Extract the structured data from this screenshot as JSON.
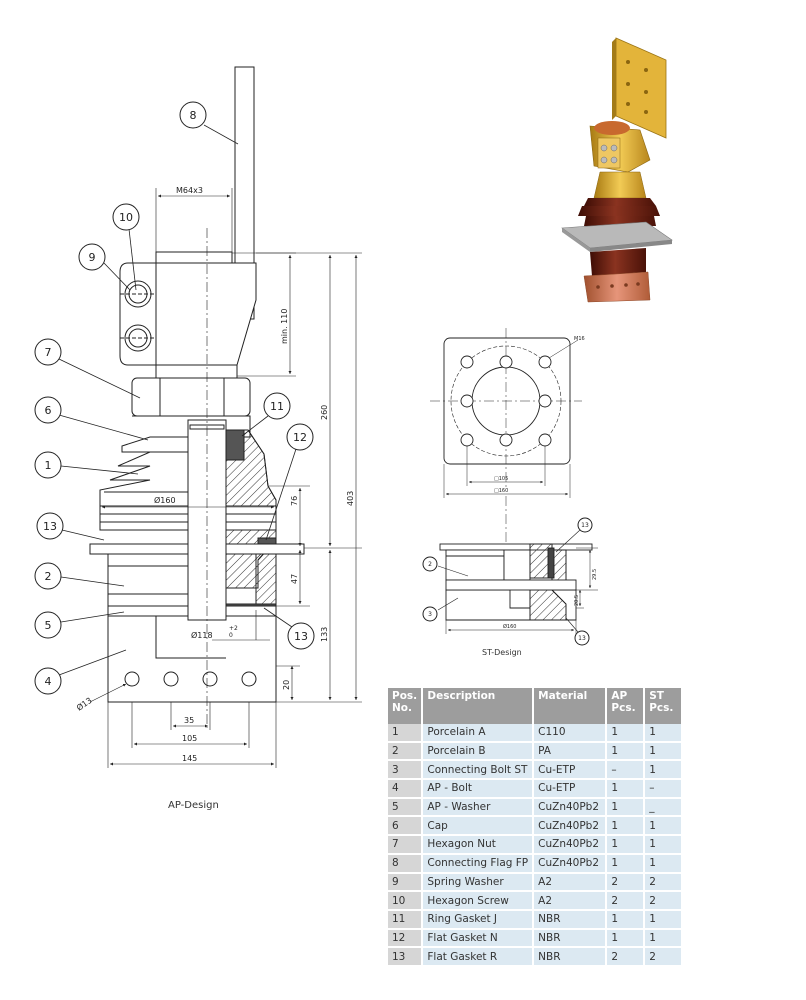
{
  "callouts": {
    "c1": "1",
    "c2": "2",
    "c4": "4",
    "c5": "5",
    "c6": "6",
    "c7": "7",
    "c8": "8",
    "c9": "9",
    "c10": "10",
    "c11": "11",
    "c12": "12",
    "c13a": "13",
    "c13b": "13",
    "st_c2": "2",
    "st_c3": "3",
    "st_c13a": "13",
    "st_c13b": "13"
  },
  "dimensions": {
    "thread": "M64x3",
    "min_110": "min. 110",
    "d260": "260",
    "d403": "403",
    "d76": "76",
    "d47": "47",
    "d133": "133",
    "d20": "20",
    "dia160": "Ø160",
    "dia118": "Ø118",
    "tol_plus": "+2",
    "tol_zero": "0",
    "dia13": "Ø13",
    "d35": "35",
    "d105": "105",
    "d145": "145"
  },
  "st_dimensions": {
    "m16": "M16",
    "sq105": "□105",
    "sq160": "□160",
    "d29": "29.5",
    "d20": "20.5",
    "dia160": "Ø160"
  },
  "captions": {
    "ap_design": "AP-Design",
    "st_design": "ST-Design"
  },
  "table": {
    "headers": [
      "Pos. No.",
      "Description",
      "Material",
      "AP Pcs.",
      "ST Pcs."
    ],
    "rows": [
      [
        "1",
        "Porcelain A",
        "C110",
        "1",
        "1"
      ],
      [
        "2",
        "Porcelain B",
        "PA",
        "1",
        "1"
      ],
      [
        "3",
        "Connecting Bolt ST",
        "Cu-ETP",
        "–",
        "1"
      ],
      [
        "4",
        "AP - Bolt",
        "Cu-ETP",
        "1",
        "–"
      ],
      [
        "5",
        "AP - Washer",
        "CuZn40Pb2",
        "1",
        "_"
      ],
      [
        "6",
        "Cap",
        "CuZn40Pb2",
        "1",
        "1"
      ],
      [
        "7",
        "Hexagon Nut",
        "CuZn40Pb2",
        "1",
        "1"
      ],
      [
        "8",
        "Connecting Flag FP",
        "CuZn40Pb2",
        "1",
        "1"
      ],
      [
        "9",
        "Spring  Washer",
        "A2",
        "2",
        "2"
      ],
      [
        "10",
        "Hexagon Screw",
        "A2",
        "2",
        "2"
      ],
      [
        "11",
        "Ring Gasket J",
        "NBR",
        "1",
        "1"
      ],
      [
        "12",
        "Flat Gasket N",
        "NBR",
        "1",
        "1"
      ],
      [
        "13",
        "Flat Gasket R",
        "NBR",
        "2",
        "2"
      ]
    ]
  },
  "colors": {
    "line": "#222222",
    "table_header": "#9d9d9d",
    "table_pos_col": "#d6d6d6",
    "table_cell": "#dce9f2",
    "brass": "#d4a52a",
    "porcelain": "#6b1e10",
    "copper": "#c8734a"
  }
}
